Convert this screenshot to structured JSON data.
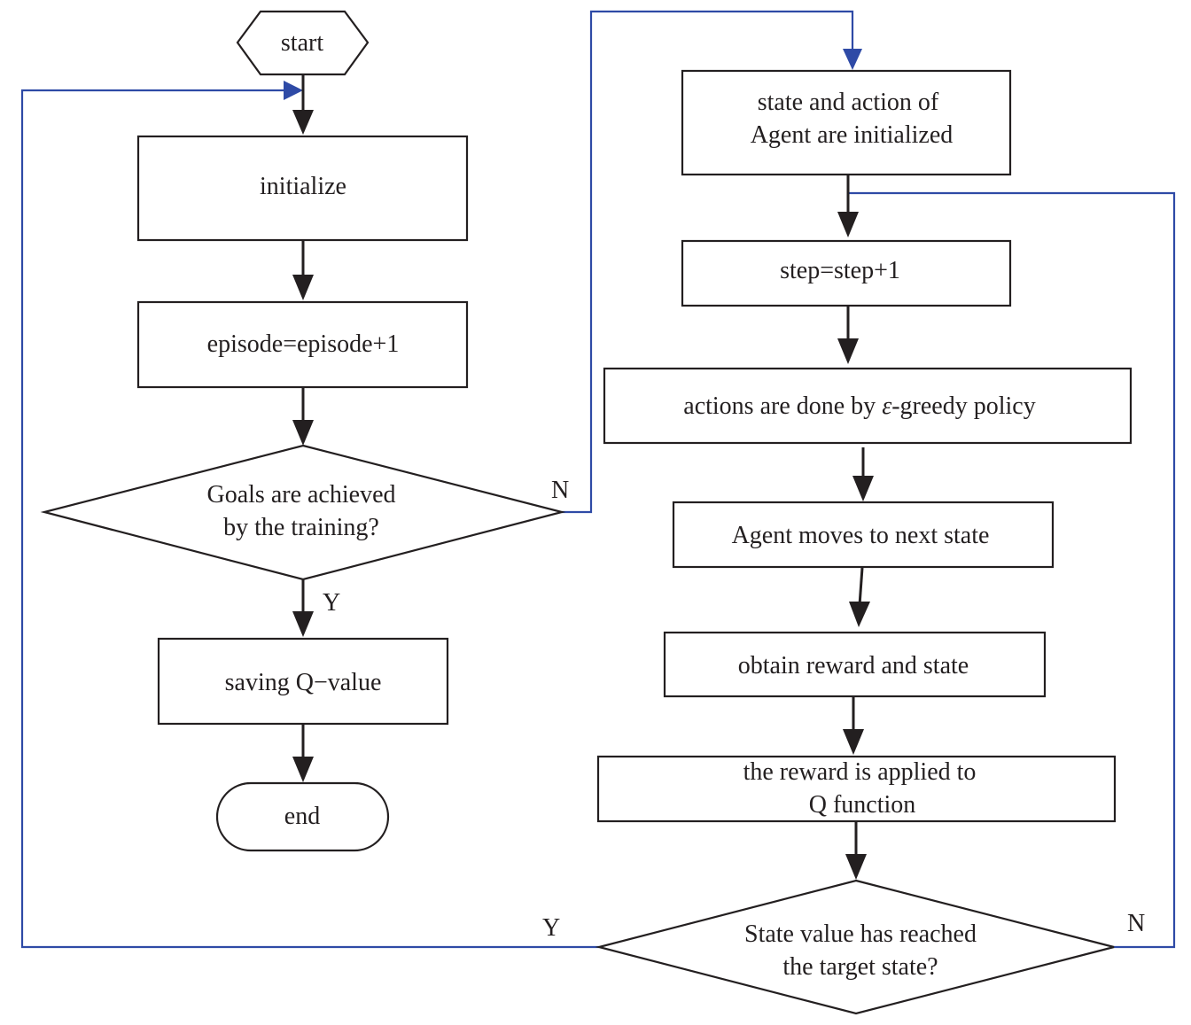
{
  "nodes": {
    "start": "start",
    "initialize": "initialize",
    "episode": "episode=episode+1",
    "goals": [
      "Goals are achieved",
      "by the training?"
    ],
    "saving": "saving Q−value",
    "end": "end",
    "agent_init": [
      "state and action of",
      "Agent are initialized"
    ],
    "step": "step=step+1",
    "actions": {
      "before": "actions are done by ",
      "symbol": "ε",
      "after": "-greedy policy"
    },
    "moves": "Agent moves to next state",
    "reward": "obtain reward and state",
    "applied": [
      "the reward is applied to",
      "Q function"
    ],
    "state_check": [
      "State value has reached",
      "the target state?"
    ]
  },
  "labels": {
    "goals_no": "N",
    "goals_yes": "Y",
    "state_yes": "Y",
    "state_no": "N"
  },
  "colors": {
    "stroke": "#231f20",
    "loop_line": "#2e4aa6"
  }
}
